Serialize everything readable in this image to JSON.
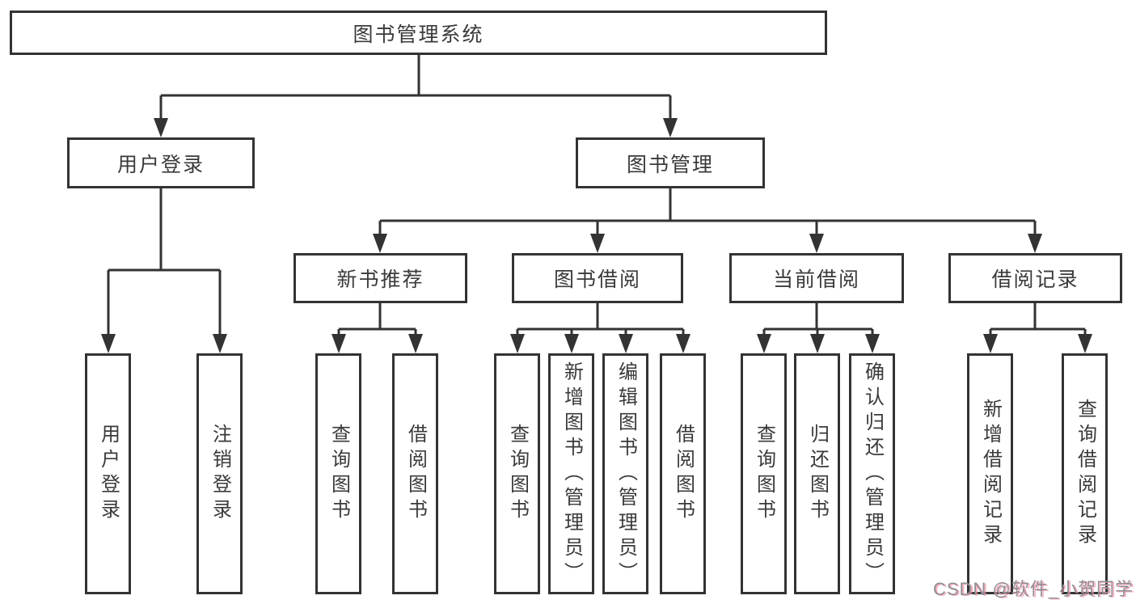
{
  "diagram": {
    "type": "hierarchy-tree",
    "root": {
      "label": "图书管理系统",
      "children": [
        {
          "label": "用户登录",
          "children": [
            {
              "label": "用户登录"
            },
            {
              "label": "注销登录"
            }
          ]
        },
        {
          "label": "图书管理",
          "children": [
            {
              "label": "新书推荐",
              "children": [
                {
                  "label": "查询图书"
                },
                {
                  "label": "借阅图书"
                }
              ]
            },
            {
              "label": "图书借阅",
              "children": [
                {
                  "label": "查询图书"
                },
                {
                  "label": "新增图书（管理员）"
                },
                {
                  "label": "编辑图书（管理员）"
                },
                {
                  "label": "借阅图书"
                }
              ]
            },
            {
              "label": "当前借阅",
              "children": [
                {
                  "label": "查询图书"
                },
                {
                  "label": "归还图书"
                },
                {
                  "label": "确认归还（管理员）"
                }
              ]
            },
            {
              "label": "借阅记录",
              "children": [
                {
                  "label": "新增借阅记录"
                },
                {
                  "label": "查询借阅记录"
                }
              ]
            }
          ]
        }
      ]
    },
    "colors": {
      "line": "#333333",
      "box_border": "#333333",
      "text": "#3a3a3a",
      "background": "#ffffff"
    }
  },
  "watermark": {
    "text": "CSDN @软件_小贺同学",
    "color": "#8f8e94",
    "accent": "#f496aa"
  }
}
